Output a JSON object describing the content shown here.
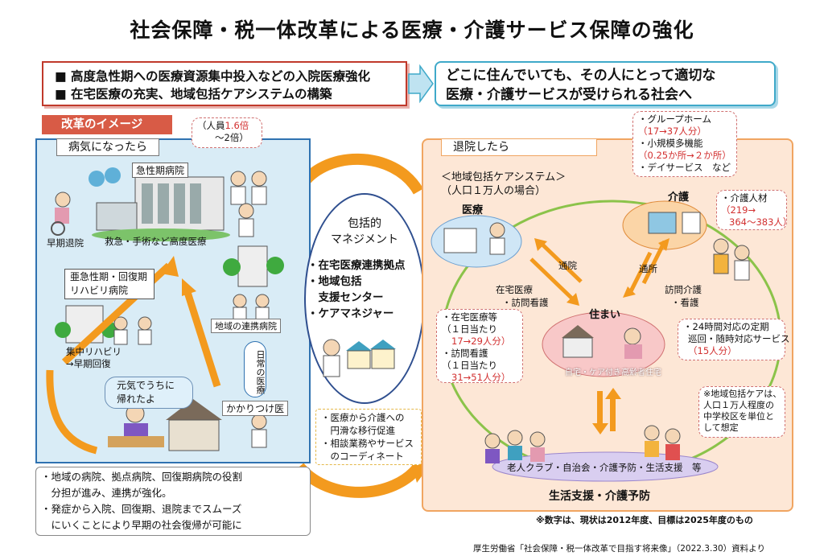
{
  "title": "社会保障・税一体改革による医療・介護サービス保障の強化",
  "reform_box": {
    "line1": "■ 高度急性期への医療資源集中投入などの入院医療強化",
    "line2": "■ 在宅医療の充実、地域包括ケアシステムの構築"
  },
  "goal_box": {
    "line1": "どこに住んでいても、その人にとって適切な",
    "line2": "医療・介護サービスが受けられる社会へ"
  },
  "image_tab": "改革のイメージ",
  "left": {
    "header": "病気になったら",
    "staff_note_line1": "（人員",
    "staff_note_val1": "1.6倍",
    "staff_note_line2": "～2倍）",
    "acute_hospital": "急性期病院",
    "acute_caption": "救急・手術など高度医療",
    "early_discharge": "早期退院",
    "subacute_line1": "亜急性期・回復期",
    "subacute_line2": "リハビリ病院",
    "rehab_line1": "集中リハビリ",
    "rehab_line2": "→早期回復",
    "local_hospital": "地域の連携病院",
    "daily_care": "日常の医療",
    "family_doctor": "かかりつけ医",
    "bubble_line1": "元気でうちに",
    "bubble_line2": "帰れたよ",
    "note_lines": [
      "・地域の病院、拠点病院、回復期病院の役割",
      "　分担が進み、連携が強化。",
      "・発症から入院、回復期、退院までスムーズ",
      "　にいくことにより早期の社会復帰が可能に"
    ]
  },
  "center": {
    "title_line1": "包括的",
    "title_line2": "マネジメント",
    "items": [
      "・在宅医療連携拠点",
      "・地域包括",
      "　支援センター",
      "・ケアマネジャー"
    ],
    "note_lines": [
      "・医療から介護への",
      "　円滑な移行促進",
      "・相談業務やサービス",
      "　のコーディネート"
    ]
  },
  "right": {
    "header": "退院したら",
    "system_line1": "＜地域包括ケアシステム＞",
    "system_line2": "（人口１万人の場合）",
    "medical": "医療",
    "care": "介護",
    "home": "住まい",
    "home_caption": "自宅・ケア付き高齢者住宅",
    "visit_clinic": "通院",
    "visit_care": "通所",
    "home_medical_line1": "在宅医療",
    "home_medical_line2": "・訪問看護",
    "home_care_line1": "訪問介護",
    "home_care_line2": "・看護",
    "group_home_label": "・グループホーム",
    "group_home_val": "（17→37人分）",
    "multi_label": "・小規模多機能",
    "multi_val": "（0.25か所→２か所）",
    "day_service": "・デイサービス　など",
    "care_staff_label": "・介護人材",
    "care_staff_val1": "（219→",
    "care_staff_val2": "364～383人）",
    "med_stats_lines": [
      "・在宅医療等",
      "（１日当たり"
    ],
    "med_stats_val1": "17→29人分）",
    "med_stats_lines2": [
      "・訪問看護",
      "（１日当たり"
    ],
    "med_stats_val2": "31→51人分）",
    "h24_line1": "・24時間対応の定期",
    "h24_line2": "巡回・随時対応サービス",
    "h24_val": "（15人分）",
    "chiiki_note": [
      "※地域包括ケアは、",
      "人口１万人程度の",
      "中学校区を単位と",
      "して想定"
    ],
    "community": "老人クラブ・自治会・介護予防・生活支援　等",
    "life_support": "生活支援・介護予防"
  },
  "footnote": "※数字は、現状は2012年度、目標は2025年度のもの",
  "source": "厚生労働省「社会保障・税一体改革で目指す将来像」（2022.3.30）資料より",
  "colors": {
    "accent_red": "#d23030",
    "left_bg": "#d9ecf6",
    "right_bg": "#fde7d6",
    "orange_arrow": "#f39a1e"
  }
}
